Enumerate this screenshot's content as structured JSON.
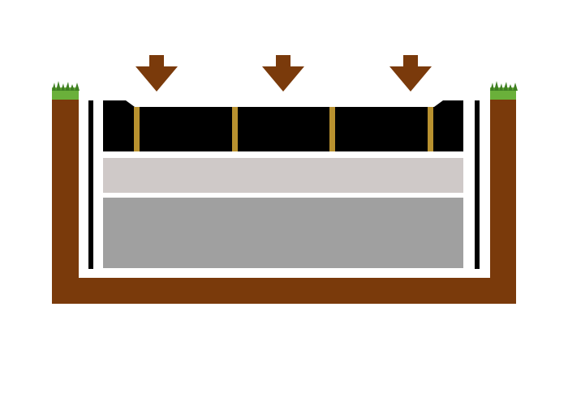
{
  "colors": {
    "background": "#ffffff",
    "soil": "#7a3a0b",
    "grass": "#6ab03a",
    "grass_dark": "#3f7f22",
    "excavation": "#ffffff",
    "edge_restraint": "#000000",
    "paver_layer": "#000000",
    "joint_sand": "#b8912f",
    "bedding_layer": "#cfc9c8",
    "base_layer": "#a0a0a0",
    "load_arrow": "#7a3a0b"
  },
  "diagram": {
    "layers": [
      {
        "id": "pavers",
        "name": "paver-layer"
      },
      {
        "id": "bedding",
        "name": "bedding-layer"
      },
      {
        "id": "base",
        "name": "base-layer"
      }
    ],
    "paver_joint_count": 4,
    "load_arrow_count": 3
  }
}
